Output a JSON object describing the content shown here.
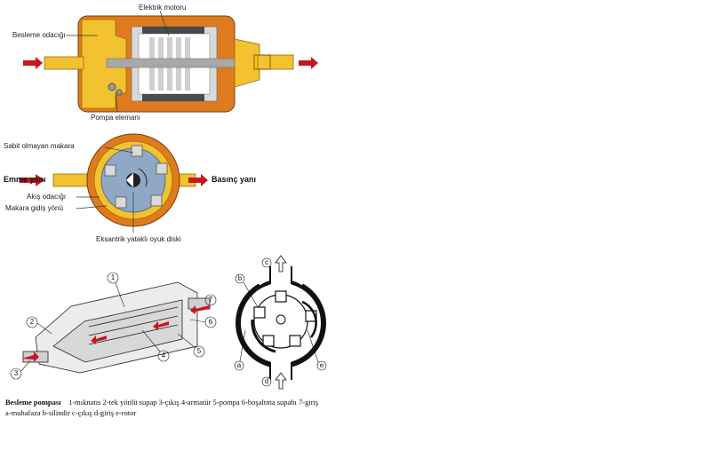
{
  "pump_cutaway": {
    "label_motor": "Elektrik motoru",
    "label_feed_chamber": "Besleme odacığı",
    "label_pump_element": "Pompa elemanı"
  },
  "roller_pump": {
    "label_roller": "Sabit olmayan makara",
    "label_suction": "Emme yanı",
    "label_pressure": "Basınç yanı",
    "label_flow_chamber": "Akış odacığı",
    "label_roller_direction": "Makara gidiş yönü",
    "label_eccentric_disc": "Eksantrik yataklı oyuk diski"
  },
  "schematic": {
    "numbers": [
      "1",
      "2",
      "3",
      "4",
      "5",
      "6",
      "7"
    ],
    "letters": [
      "a",
      "b",
      "c",
      "d",
      "e"
    ]
  },
  "caption": {
    "title": "Besleme pompası",
    "line1": "1-mıknatıs 2-tek yönlü supap 3-çıkış 4-armatür 5-pompa 6-boşaltma supabı 7-giriş",
    "line2": "a-muhafaza b-silindir c-çıkış d-giriş e-rotor"
  },
  "colors": {
    "housing_orange": "#e07a1e",
    "chamber_yellow": "#f2c230",
    "arrow_red": "#c8161d",
    "metal_gray": "#b8b8b8",
    "background_blue": "#8fa9c4"
  }
}
